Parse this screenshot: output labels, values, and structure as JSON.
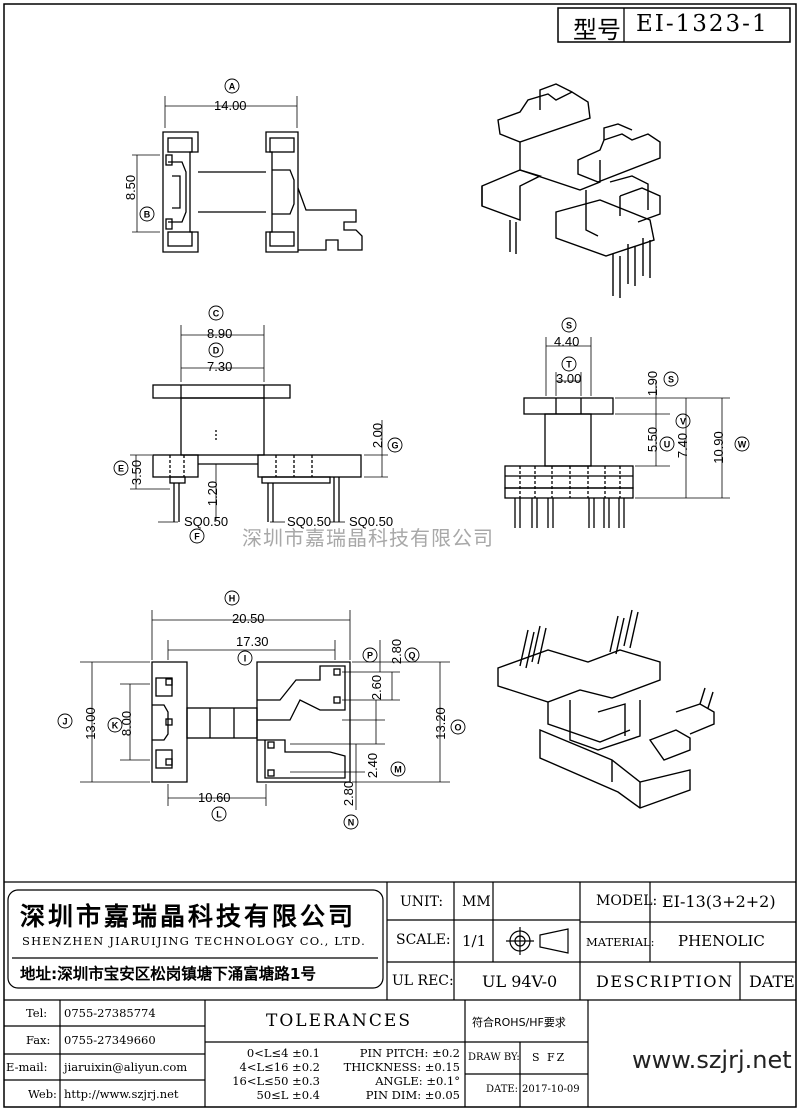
{
  "header": {
    "model_label": "型号",
    "model_value": "EI-1323-1"
  },
  "dimensions": {
    "A": "14.00",
    "B": "8.50",
    "C": "8.90",
    "D": "7.30",
    "E": "3.50",
    "F": "SQ0.50",
    "F2": "SQ0.50",
    "F3": "SQ0.50",
    "G": "2.00",
    "H": "20.50",
    "I": "17.30",
    "J": "13.00",
    "K": "8.00",
    "L": "10.60",
    "M": "2.40",
    "N": "2.80",
    "O": "13.20",
    "P": "2.60",
    "Q": "2.80",
    "S": "4.40",
    "T": "3.00",
    "S2": "1.90",
    "U": "5.50",
    "V": "7.40",
    "W": "10.90",
    "H12": "1.20"
  },
  "circle_labels": [
    "A",
    "B",
    "C",
    "D",
    "E",
    "F",
    "G",
    "H",
    "I",
    "J",
    "K",
    "L",
    "M",
    "N",
    "O",
    "P",
    "Q",
    "S",
    "T",
    "S",
    "U",
    "V",
    "W"
  ],
  "watermark": "深圳市嘉瑞晶科技有限公司",
  "company": {
    "name_cn": "深圳市嘉瑞晶科技有限公司",
    "name_en": "SHENZHEN JIARUIJING TECHNOLOGY CO., LTD.",
    "address": "地址:深圳市宝安区松岗镇塘下涌富塘路1号",
    "tel_label": "Tel:",
    "tel": "0755-27385774",
    "fax_label": "Fax:",
    "fax": "0755-27349660",
    "email_label": "E-mail:",
    "email": "jiaruixin@aliyun.com",
    "web_label": "Web:",
    "web": "http://www.szjrj.net"
  },
  "title_block": {
    "unit_label": "UNIT:",
    "unit": "MM",
    "scale_label": "SCALE:",
    "scale": "1/1",
    "ul_label": "UL REC:",
    "ul": "UL 94V-0",
    "model_label": "MODEL:",
    "model": "EI-13(3+2+2)",
    "material_label": "MATERIAL:",
    "material": "PHENOLIC",
    "description_label": "DESCRIPTION",
    "date_header": "DATE",
    "tolerances_label": "TOLERANCES",
    "tolerance_rows": [
      "0<L≤4 ±0.1",
      "4<L≤16 ±0.2",
      "16<L≤50 ±0.3",
      "50≤L ±0.4"
    ],
    "pin_rows": [
      "PIN PITCH: ±0.2",
      "THICKNESS: ±0.15",
      "ANGLE: ±0.1°",
      "PIN DIM: ±0.05"
    ],
    "rohs": "符合ROHS/HF要求",
    "draw_by_label": "DRAW BY:",
    "draw_by": "S FZ",
    "date_label": "DATE:",
    "date": "2017-10-09",
    "website": "www.szjrj.net"
  }
}
